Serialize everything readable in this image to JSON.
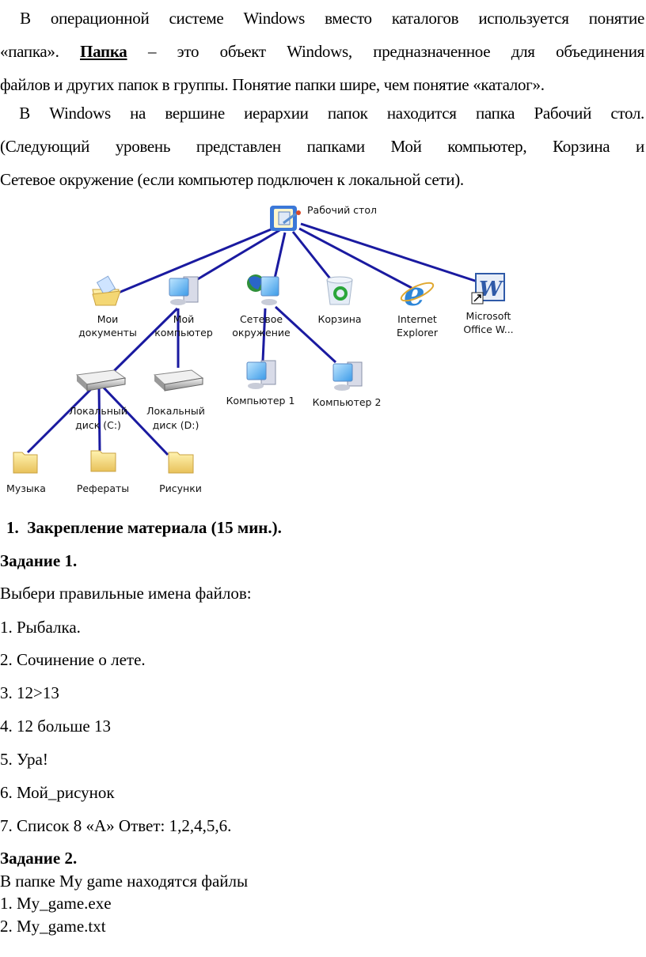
{
  "intro": {
    "p1_lines": [
      " В операционной системе Windows вместо каталогов используется понятие",
      [
        "«папка». ",
        "Папка",
        " – это объект Windows, предназначенное для объединения"
      ],
      "файлов и других папок в группы. Понятие папки шире, чем понятие «каталог»."
    ],
    "p2_lines": [
      " В Windows на вершине иерархии папок находится папка Рабочий стол.",
      "(Следующий уровень представлен папками Мой компьютер, Корзина и",
      "Сетевое окружение (если компьютер подключен к локальной сети)."
    ]
  },
  "diagram": {
    "root": "Рабочий стол",
    "level1": [
      {
        "label1": "Мои",
        "label2": "документы",
        "icon": "my-documents-icon"
      },
      {
        "label1": "Мой",
        "label2": "компьютер",
        "icon": "my-computer-icon"
      },
      {
        "label1": "Сетевое",
        "label2": "окружение",
        "icon": "network-icon"
      },
      {
        "label1": "Корзина",
        "label2": "",
        "icon": "recycle-bin-icon"
      },
      {
        "label1": "Internet",
        "label2": "Explorer",
        "icon": "internet-explorer-icon"
      },
      {
        "label1": "Microsoft",
        "label2": "Office W...",
        "icon": "word-icon"
      }
    ],
    "drives": [
      {
        "label1": "Локальный",
        "label2": "диск (C:)"
      },
      {
        "label1": "Локальный",
        "label2": "диск (D:)"
      }
    ],
    "network_computers": [
      "Компьютер 1",
      "Компьютер 2"
    ],
    "folders": [
      "Музыка",
      "Рефераты",
      "Рисунки"
    ],
    "line_color": "#1a1aa0"
  },
  "section": {
    "heading": "1.  Закрепление материала (15 мин.).",
    "task1": {
      "title": "Задание 1.",
      "prompt": "Выбери правильные имена файлов:",
      "items": [
        "1. Рыбалка.",
        "2. Сочинение о лете.",
        "3. 12>13",
        "4. 12 больше 13",
        "5. Ура!",
        "6. Мой_рисунок",
        "7. Список 8 «А» Ответ: 1,2,4,5,6."
      ]
    },
    "task2": {
      "title": "Задание 2.",
      "prompt": "В папке My game находятся файлы",
      "items": [
        "1. My_game.exe",
        "2. My_game.txt"
      ]
    }
  }
}
